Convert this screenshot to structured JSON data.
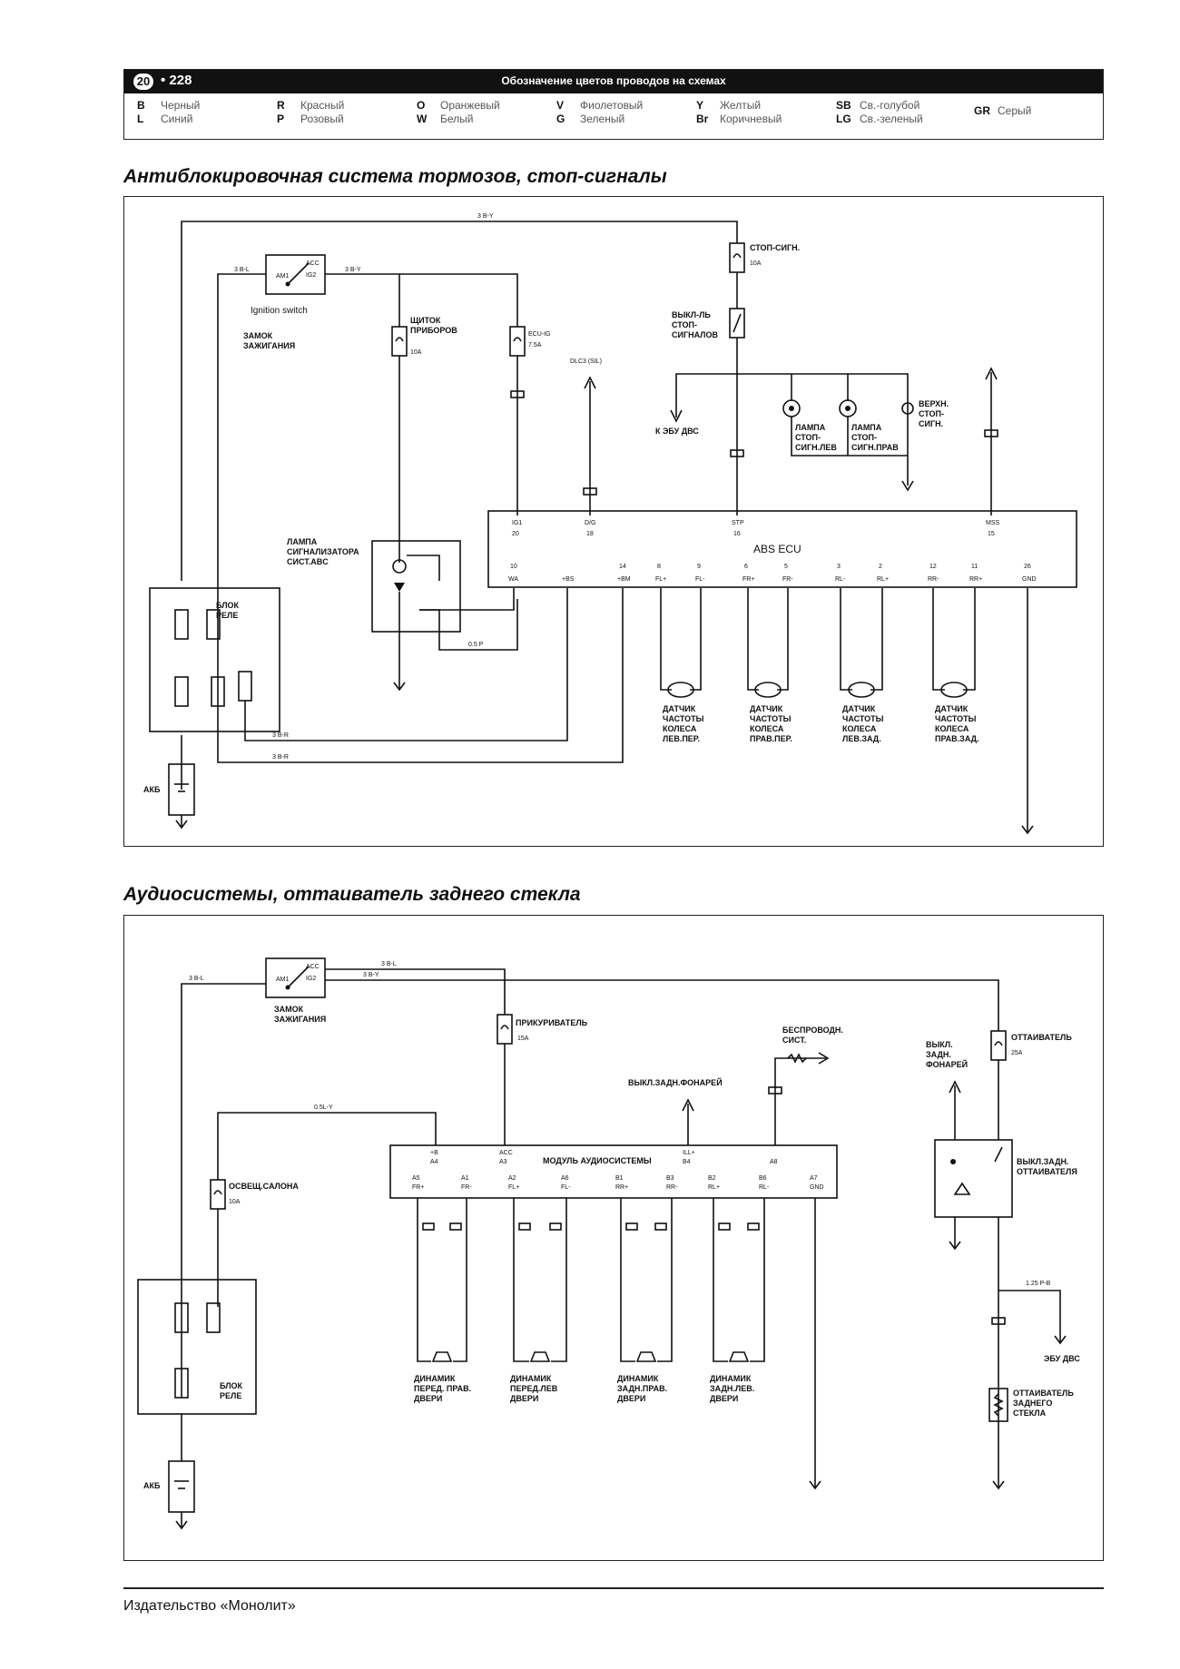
{
  "header": {
    "chapter": "20",
    "page": "228",
    "title": "Обозначение цветов проводов на схемах",
    "legend": [
      {
        "code": "B",
        "name": "Черный"
      },
      {
        "code": "L",
        "name": "Синий"
      },
      {
        "code": "R",
        "name": "Красный"
      },
      {
        "code": "P",
        "name": "Розовый"
      },
      {
        "code": "O",
        "name": "Оранжевый"
      },
      {
        "code": "W",
        "name": "Белый"
      },
      {
        "code": "V",
        "name": "Фиолетовый"
      },
      {
        "code": "G",
        "name": "Зеленый"
      },
      {
        "code": "Y",
        "name": "Желтый"
      },
      {
        "code": "Br",
        "name": "Коричневый"
      },
      {
        "code": "SB",
        "name": "Св.-голубой"
      },
      {
        "code": "LG",
        "name": "Св.-зеленый"
      },
      {
        "code": "GR",
        "name": "Серый"
      }
    ]
  },
  "abs": {
    "title": "Антиблокировочная система тормозов, стоп-сигналы",
    "ignition_switch": "Ignition switch",
    "ignition_lock": [
      "ЗАМОК",
      "ЗАЖИГАНИЯ"
    ],
    "am1": "AM1",
    "acc": "ACC",
    "ig2": "IG2",
    "wire_top": "3 B-Y",
    "wire_ig1": "3 B-L",
    "wire_ig2": "3 B-Y",
    "stop_fuse": "СТОП-СИГН.",
    "stop_fuse_rating": "10A",
    "instr_fuse": [
      "ЩИТОК",
      "ПРИБОРОВ"
    ],
    "instr_fuse_rating": "10A",
    "ecu_ig_fuse": "ECU-IG",
    "ecu_ig_rating": "7.5A",
    "stop_switch": [
      "ВЫКЛ-ЛЬ",
      "СТОП-",
      "СИГНАЛОВ"
    ],
    "dlc": "DLC3 (SIL)",
    "to_ecm": "К ЭБУ ДВС",
    "lamp_left": [
      "ЛАМПА",
      "СТОП-",
      "СИГН.ЛЕВ"
    ],
    "lamp_right": [
      "ЛАМПА",
      "СТОП-",
      "СИГН.ПРАВ"
    ],
    "lamp_top": [
      "ВЕРХН.",
      "СТОП-",
      "СИГН."
    ],
    "warn_lamp": [
      "ЛАМПА",
      "СИГНАЛИЗАТОРА",
      "СИСТ.ABC"
    ],
    "relay_block": [
      "БЛОК",
      "РЕЛЕ"
    ],
    "battery": "АКБ",
    "ecu_name": "ABS ECU",
    "ecu_top_pins": [
      {
        "name": "IG1",
        "num": "20"
      },
      {
        "name": "D/G",
        "num": "18"
      },
      {
        "name": "STP",
        "num": "16"
      },
      {
        "name": "MSS",
        "num": "15"
      }
    ],
    "ecu_bottom_pins": [
      {
        "num": "10",
        "name": "WA"
      },
      {
        "num": "",
        "name": "+BS"
      },
      {
        "num": "14",
        "name": "+BM"
      },
      {
        "num": "8",
        "name": "FL+"
      },
      {
        "num": "9",
        "name": "FL-"
      },
      {
        "num": "6",
        "name": "FR+"
      },
      {
        "num": "5",
        "name": "FR-"
      },
      {
        "num": "3",
        "name": "RL-"
      },
      {
        "num": "2",
        "name": "RL+"
      },
      {
        "num": "12",
        "name": "RR-"
      },
      {
        "num": "11",
        "name": "RR+"
      },
      {
        "num": "26",
        "name": "GND"
      }
    ],
    "sensors": [
      [
        "ДАТЧИК",
        "ЧАСТОТЫ",
        "КОЛЕСА",
        "ЛЕВ.ПЕР."
      ],
      [
        "ДАТЧИК",
        "ЧАСТОТЫ",
        "КОЛЕСА",
        "ПРАВ.ПЕР."
      ],
      [
        "ДАТЧИК",
        "ЧАСТОТЫ",
        "КОЛЕСА",
        "ЛЕВ.ЗАД."
      ],
      [
        "ДАТЧИК",
        "ЧАСТОТЫ",
        "КОЛЕСА",
        "ПРАВ.ЗАД."
      ]
    ],
    "wire_bottom1": "3 B-R",
    "wire_bottom2": "3 B-R",
    "wire_gsp": "0.5 P"
  },
  "audio": {
    "title": "Аудиосистемы, оттаиватель заднего стекла",
    "ignition_lock": [
      "ЗАМОК",
      "ЗАЖИГАНИЯ"
    ],
    "am1": "AM1",
    "acc": "ACC",
    "ig2": "IG2",
    "wire_acc": "3 B-L",
    "wire_ig": "3 B-Y",
    "wire_left": "3 B-L",
    "cig_fuse": "ПРИКУРИВАТЕЛЬ",
    "cig_rating": "15A",
    "wireless": [
      "БЕСПРОВОДН.",
      "СИСТ."
    ],
    "tail_switch": "ВЫКЛ.ЗАДН.ФОНАРЕЙ",
    "dome_fuse": "ОСВЕЩ.САЛОНА",
    "dome_rating": "10A",
    "wire_sbl": "0.5L-Y",
    "module": "МОДУЛЬ АУДИОСИСТЕМЫ",
    "module_top": [
      {
        "name": "+B",
        "num": "A4"
      },
      {
        "name": "ACC",
        "num": "A3"
      },
      {
        "name": "ILL+",
        "num": "B4"
      },
      {
        "name": "",
        "num": "A8"
      }
    ],
    "module_bottom": [
      {
        "num": "A5",
        "name": "FR+"
      },
      {
        "num": "A1",
        "name": "FR-"
      },
      {
        "num": "A2",
        "name": "FL+"
      },
      {
        "num": "A6",
        "name": "FL-"
      },
      {
        "num": "B1",
        "name": "RR+"
      },
      {
        "num": "B3",
        "name": "RR-"
      },
      {
        "num": "B2",
        "name": "RL+"
      },
      {
        "num": "B6",
        "name": "RL-"
      },
      {
        "num": "A7",
        "name": "GND"
      }
    ],
    "speakers": [
      [
        "ДИНАМИК",
        "ПЕРЕД. ПРАВ.",
        "ДВЕРИ"
      ],
      [
        "ДИНАМИК",
        "ПЕРЕД.ЛЕВ",
        "ДВЕРИ"
      ],
      [
        "ДИНАМИК",
        "ЗАДН.ПРАВ.",
        "ДВЕРИ"
      ],
      [
        "ДИНАМИК",
        "ЗАДН.ЛЕВ.",
        "ДВЕРИ"
      ]
    ],
    "relay_block": [
      "БЛОК",
      "РЕЛЕ"
    ],
    "battery": "АКБ",
    "defog_fuse": "ОТТАИВАТЕЛЬ",
    "defog_rating": "25A",
    "tail_lamp_sw": [
      "ВЫКЛ.",
      "ЗАДН.",
      "ФОНАРЕЙ"
    ],
    "defog_switch": [
      "ВЫКЛ.ЗАДН.",
      "ОТТАИВАТЕЛЯ"
    ],
    "wire_pb": "1.25 P-B",
    "to_ecm": "ЭБУ ДВС",
    "defogger": [
      "ОТТАИВАТЕЛЬ",
      "ЗАДНЕГО",
      "СТЕКЛА"
    ]
  },
  "footer": "Издательство «Монолит»"
}
